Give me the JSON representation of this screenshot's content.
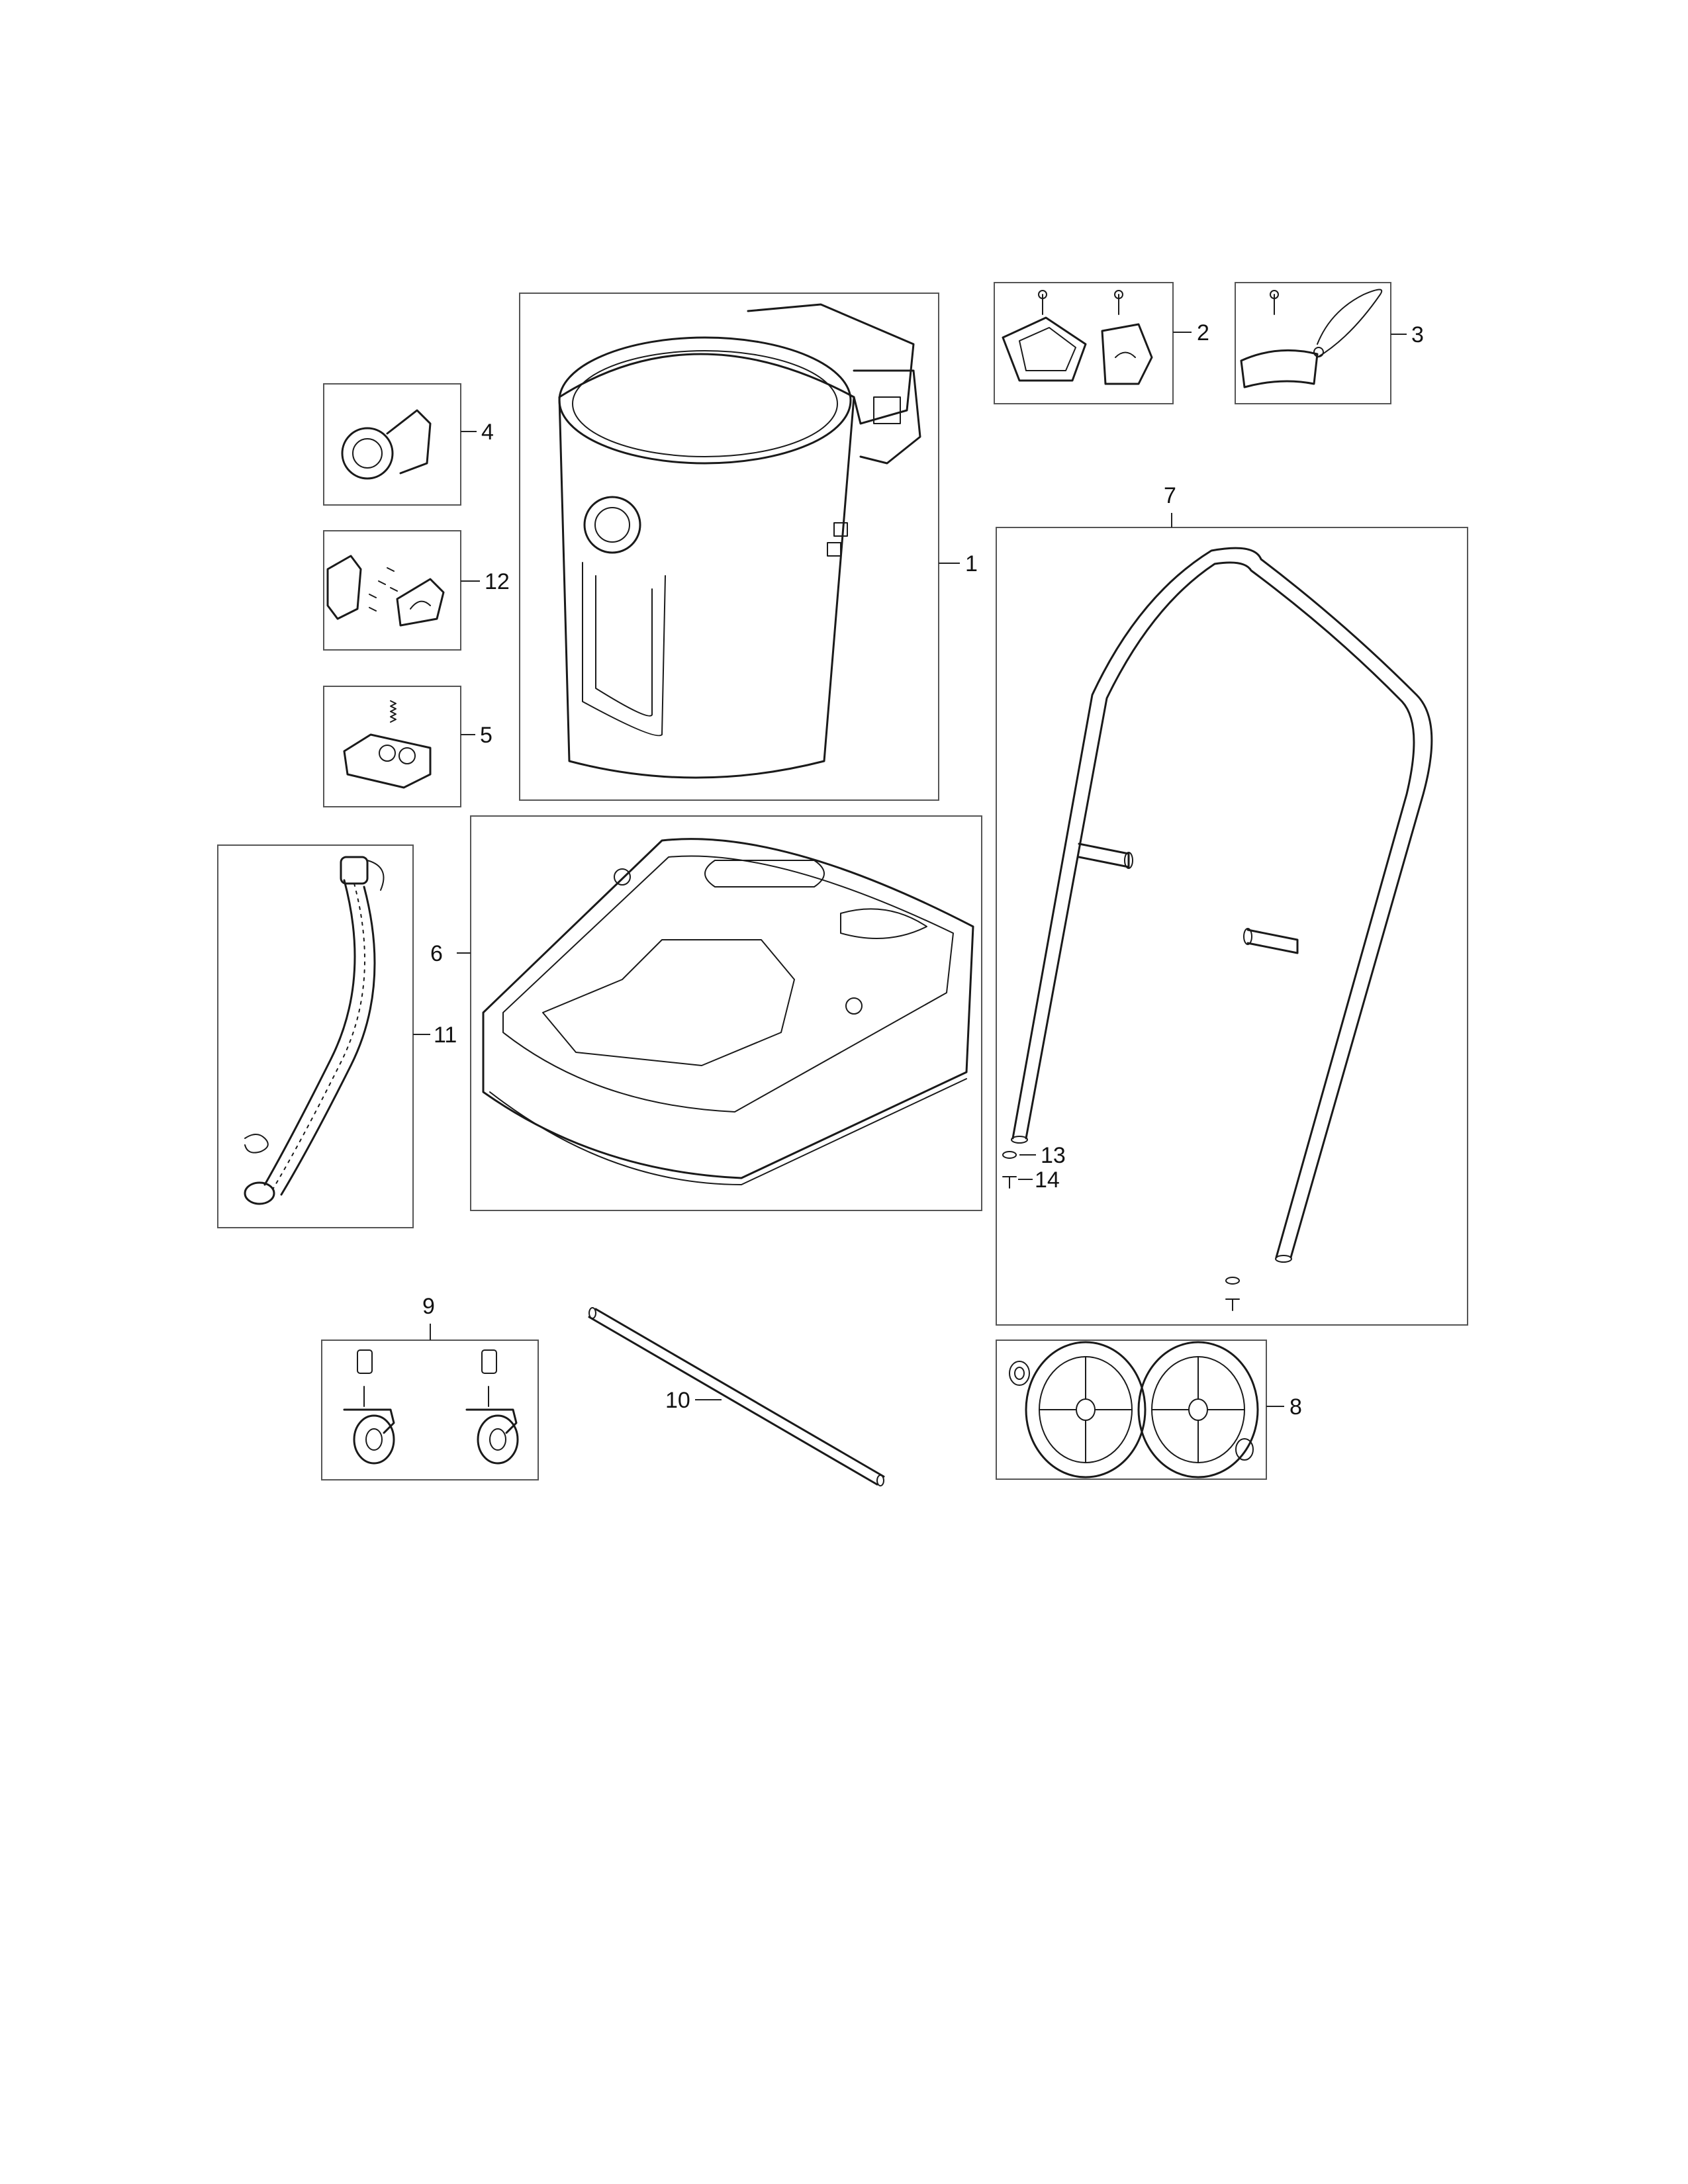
{
  "callouts": {
    "c1": "1",
    "c2": "2",
    "c3": "3",
    "c4": "4",
    "c5": "5",
    "c6": "6",
    "c7": "7",
    "c8": "8",
    "c9": "9",
    "c10": "10",
    "c11": "11",
    "c12": "12",
    "c13": "13",
    "c14": "14"
  },
  "colors": {
    "line": "#1a1a1a",
    "frame": "#555555",
    "background": "#ffffff"
  }
}
